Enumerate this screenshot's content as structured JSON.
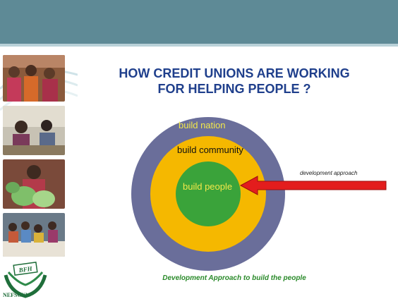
{
  "slide": {
    "title_line1": "HOW CREDIT UNIONS ARE WORKING",
    "title_line2": "FOR HELPING PEOPLE ?",
    "caption": "Development Approach to build the people"
  },
  "diagram": {
    "outer_label": "build nation",
    "middle_label": "build community",
    "inner_label": "build people",
    "arrow_label": "development approach",
    "colors": {
      "outer": "#6a6e9a",
      "middle": "#f5b800",
      "inner": "#3aa33a",
      "arrow": "#e31d1d"
    }
  },
  "logo": {
    "badge_text": "BFH",
    "name": "NEFSCUN"
  },
  "colors": {
    "header": "#5e8a96",
    "title": "#1f3f8c",
    "caption": "#2a8a2a"
  }
}
